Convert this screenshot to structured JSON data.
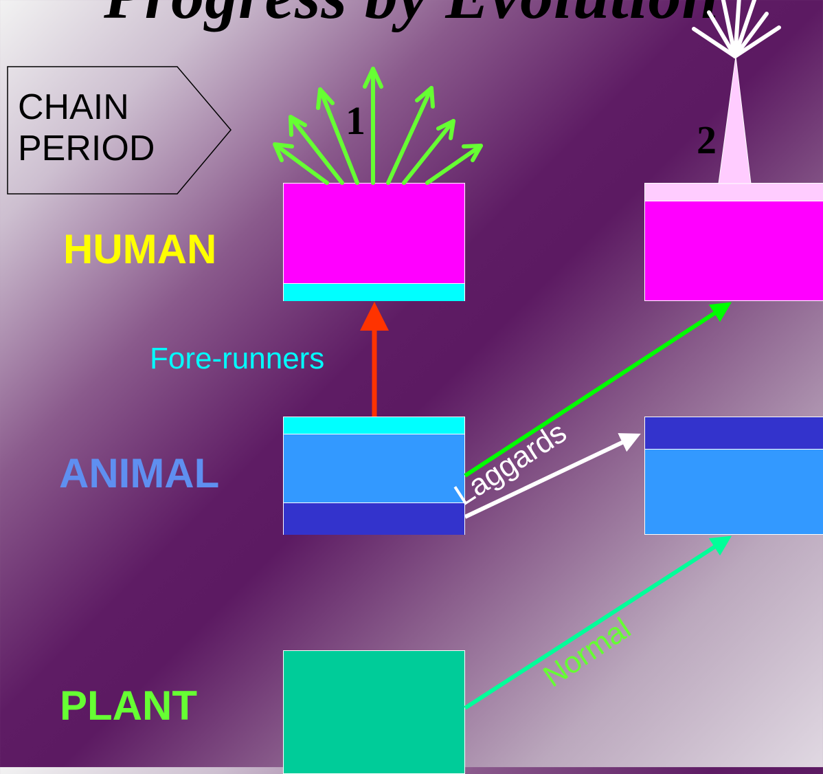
{
  "slide": {
    "title": "Progress by Evolution"
  },
  "chain_period": {
    "line1": "CHAIN",
    "line2": "PERIOD"
  },
  "rows": {
    "human": "HUMAN",
    "animal": "ANIMAL",
    "plant": "PLANT"
  },
  "markers": {
    "one": "1",
    "two": "2"
  },
  "transitions": {
    "forerunners": "Fore-runners",
    "laggards": "Laggards",
    "normal": "Normal"
  },
  "colors": {
    "human": "#ff00ff",
    "human_top": "#ffccff",
    "forerunner": "#00ffff",
    "animal": "#3399ff",
    "laggard": "#3333cc",
    "plant": "#00cc99",
    "arrow_red": "#ff3300",
    "arrow_green": "#00ff00",
    "arrow_white": "#ffffff",
    "arrow_normal": "#00ff99",
    "radiating": "#66ff33"
  }
}
